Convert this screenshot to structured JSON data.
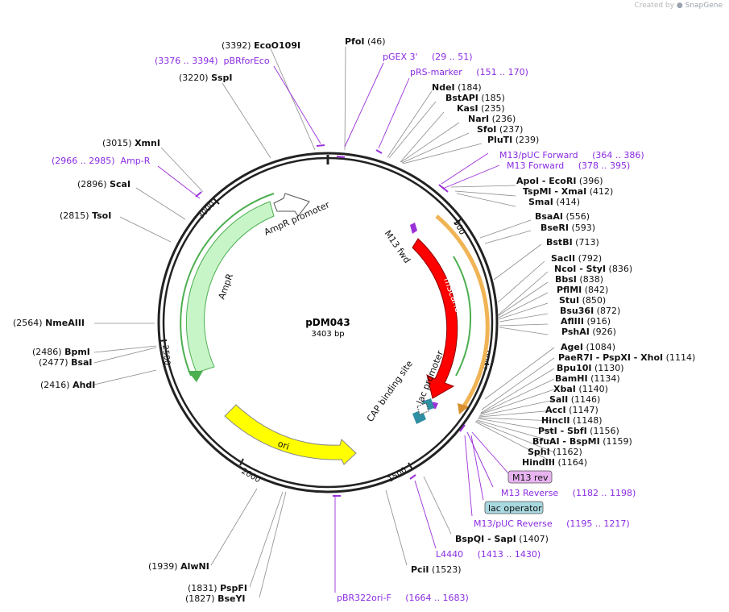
{
  "credit": {
    "prefix": "Created by",
    "brand": "SnapGene"
  },
  "plasmid": {
    "name": "pDM043",
    "length": "3403 bp"
  },
  "ticks": [
    "500",
    "1000",
    "1500",
    "2000",
    "2500",
    "3000"
  ],
  "enzymes": [
    {
      "id": "ecoO109I",
      "pos": "(3392)",
      "name": "EcoO109I"
    },
    {
      "id": "pfoI",
      "pos": "(46)",
      "name": "PfoI"
    },
    {
      "id": "sspI",
      "pos": "(3220)",
      "name": "SspI"
    },
    {
      "id": "ndeI",
      "pos": "(184)",
      "name": "NdeI"
    },
    {
      "id": "bstAPI",
      "pos": "(185)",
      "name": "BstAPI"
    },
    {
      "id": "kasI",
      "pos": "(235)",
      "name": "KasI"
    },
    {
      "id": "narI",
      "pos": "(236)",
      "name": "NarI"
    },
    {
      "id": "sfoI",
      "pos": "(237)",
      "name": "SfoI"
    },
    {
      "id": "pluTI",
      "pos": "(239)",
      "name": "PluTI"
    },
    {
      "id": "xmnI",
      "pos": "(3015)",
      "name": "XmnI"
    },
    {
      "id": "apoI",
      "pos": "(396)",
      "name": "ApoI - EcoRI"
    },
    {
      "id": "tspMI",
      "pos": "(412)",
      "name": "TspMI - XmaI"
    },
    {
      "id": "smaI",
      "pos": "(414)",
      "name": "SmaI"
    },
    {
      "id": "scaI",
      "pos": "(2896)",
      "name": "ScaI"
    },
    {
      "id": "tsoI",
      "pos": "(2815)",
      "name": "TsoI"
    },
    {
      "id": "bsaAI",
      "pos": "(556)",
      "name": "BsaAI"
    },
    {
      "id": "bseRI",
      "pos": "(593)",
      "name": "BseRI"
    },
    {
      "id": "bstBI",
      "pos": "(713)",
      "name": "BstBI"
    },
    {
      "id": "sacII",
      "pos": "(792)",
      "name": "SacII"
    },
    {
      "id": "ncoI",
      "pos": "(836)",
      "name": "NcoI - StyI"
    },
    {
      "id": "bbsI",
      "pos": "(838)",
      "name": "BbsI"
    },
    {
      "id": "pflMI",
      "pos": "(842)",
      "name": "PflMI"
    },
    {
      "id": "stuI",
      "pos": "(850)",
      "name": "StuI"
    },
    {
      "id": "bsu36I",
      "pos": "(872)",
      "name": "Bsu36I"
    },
    {
      "id": "aflIII",
      "pos": "(916)",
      "name": "AflIII"
    },
    {
      "id": "pshAI",
      "pos": "(926)",
      "name": "PshAI"
    },
    {
      "id": "nmeAIII",
      "pos": "(2564)",
      "name": "NmeAIII"
    },
    {
      "id": "bpmI",
      "pos": "(2486)",
      "name": "BpmI"
    },
    {
      "id": "bsaI",
      "pos": "(2477)",
      "name": "BsaI"
    },
    {
      "id": "ahdI",
      "pos": "(2416)",
      "name": "AhdI"
    },
    {
      "id": "ageI",
      "pos": "(1084)",
      "name": "AgeI"
    },
    {
      "id": "paeR7I",
      "pos": "(1114)",
      "name": "PaeR7I - PspXI - XhoI"
    },
    {
      "id": "bpu10I",
      "pos": "(1130)",
      "name": "Bpu10I"
    },
    {
      "id": "bamHI",
      "pos": "(1134)",
      "name": "BamHI"
    },
    {
      "id": "xbaI",
      "pos": "(1140)",
      "name": "XbaI"
    },
    {
      "id": "salI",
      "pos": "(1146)",
      "name": "SalI"
    },
    {
      "id": "accI",
      "pos": "(1147)",
      "name": "AccI"
    },
    {
      "id": "hincII",
      "pos": "(1148)",
      "name": "HincII"
    },
    {
      "id": "pstI",
      "pos": "(1156)",
      "name": "PstI - SbfI"
    },
    {
      "id": "bfuAI",
      "pos": "(1159)",
      "name": "BfuAI - BspMI"
    },
    {
      "id": "sphI",
      "pos": "(1162)",
      "name": "SphI"
    },
    {
      "id": "hindIII",
      "pos": "(1164)",
      "name": "HindIII"
    },
    {
      "id": "bspQI",
      "pos": "(1407)",
      "name": "BspQI - SapI"
    },
    {
      "id": "pciI",
      "pos": "(1523)",
      "name": "PciI"
    },
    {
      "id": "alwNI",
      "pos": "(1939)",
      "name": "AlwNI"
    },
    {
      "id": "pspFI",
      "pos": "(1831)",
      "name": "PspFI"
    },
    {
      "id": "bseYI",
      "pos": "(1827)",
      "name": "BseYI"
    }
  ],
  "primers": [
    {
      "id": "pBRforEco",
      "text": "(3376 .. 3394)  pBRforEco"
    },
    {
      "id": "pGEX3",
      "text": "pGEX 3'     (29 .. 51)"
    },
    {
      "id": "pRSmarker",
      "text": "pRS-marker     (151 .. 170)"
    },
    {
      "id": "m13pucFwd",
      "text": "M13/pUC Forward     (364 .. 386)"
    },
    {
      "id": "m13Fwd",
      "text": "M13 Forward     (378 .. 395)"
    },
    {
      "id": "ampR",
      "text": "(2966 .. 2985)  Amp-R"
    },
    {
      "id": "m13Reverse",
      "text": "M13 Reverse     (1182 .. 1198)"
    },
    {
      "id": "m13pucRev",
      "text": "M13/pUC Reverse     (1195 .. 1217)"
    },
    {
      "id": "l4440",
      "text": "L4440     (1413 .. 1430)"
    },
    {
      "id": "pBR322ori",
      "text": "pBR322ori-F     (1664 .. 1683)"
    }
  ],
  "boxes": {
    "m13rev": "M13 rev",
    "lacOperator": "lac operator"
  },
  "features": {
    "ampRpromoter": "AmpR promoter",
    "ampR": "AmpR",
    "ori": "ori",
    "mScarlet3": "mScarlet3",
    "m13fwd": "M13 fwd",
    "lacPromoter": "lac promoter",
    "capSite": "CAP binding site"
  },
  "colors": {
    "backbone": "#222222",
    "primer": "#8a2be2",
    "ampR_fill": "#c8f5c8",
    "ampR_stroke": "#4caf50",
    "ori_fill": "#ffff00",
    "mScarlet3_fill": "#ff0000",
    "lac_fill": "#f0b455",
    "lacOperator_fill": "#a8d8e0",
    "m13rev_fill": "#e8b4f0"
  }
}
